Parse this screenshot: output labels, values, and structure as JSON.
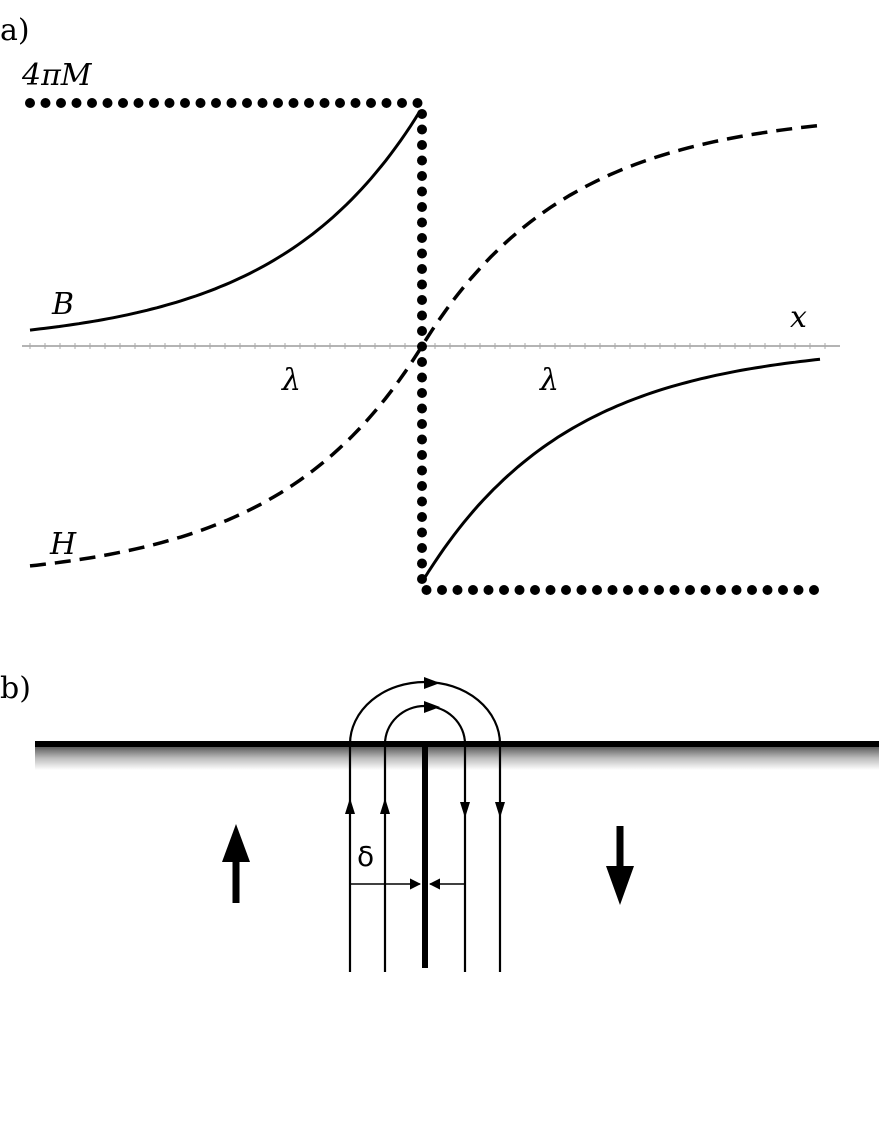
{
  "panel_a": {
    "tag": "a)",
    "labels": {
      "magnetization": "4πM",
      "b_field": "B",
      "h_field": "H",
      "x_axis": "x",
      "lambda_left": "λ",
      "lambda_right": "λ"
    }
  },
  "panel_b": {
    "tag": "b)",
    "delta_label": "δ",
    "left_domain_arrow": "up",
    "right_domain_arrow": "down"
  }
}
